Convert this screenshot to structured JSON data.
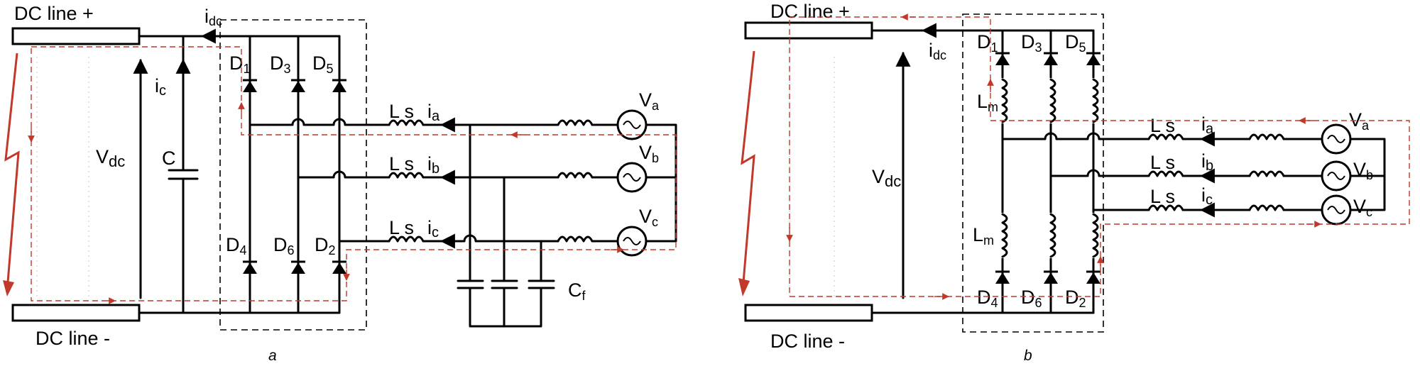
{
  "colors": {
    "fault": "#c0392b",
    "wire": "#000000"
  },
  "a": {
    "dc_pos": "DC line +",
    "dc_neg": "DC line -",
    "idc": "i",
    "idc_sub": "dc",
    "ic": "i",
    "ic_sub": "c",
    "vdc": "V",
    "vdc_sub": "dc",
    "cap": "C",
    "cf": "C",
    "cf_sub": "f",
    "ls": "L s",
    "ia": "i",
    "ia_sub": "a",
    "ib": "i",
    "ib_sub": "b",
    "icc": "i",
    "icc_sub": "c",
    "diodes": [
      "D",
      "D",
      "D",
      "D",
      "D",
      "D"
    ],
    "diode_subs": [
      "1",
      "3",
      "5",
      "4",
      "6",
      "2"
    ],
    "sources": [
      "V",
      "V",
      "V"
    ],
    "source_subs": [
      "a",
      "b",
      "c"
    ],
    "caption": "a"
  },
  "b": {
    "dc_pos": "DC line +",
    "dc_neg": "DC line -",
    "idc": "i",
    "idc_sub": "dc",
    "vdc": "V",
    "vdc_sub": "dc",
    "lm": "L",
    "lm_sub": "m",
    "ls": "L s",
    "ia": "i",
    "ia_sub": "a",
    "ib": "i",
    "ib_sub": "b",
    "icc": "i",
    "icc_sub": "c",
    "diodes": [
      "D",
      "D",
      "D",
      "D",
      "D",
      "D"
    ],
    "diode_subs": [
      "1",
      "3",
      "5",
      "4",
      "6",
      "2"
    ],
    "sources": [
      "V",
      "V",
      "V"
    ],
    "source_subs": [
      "a",
      "b",
      "c"
    ],
    "caption": "b"
  }
}
